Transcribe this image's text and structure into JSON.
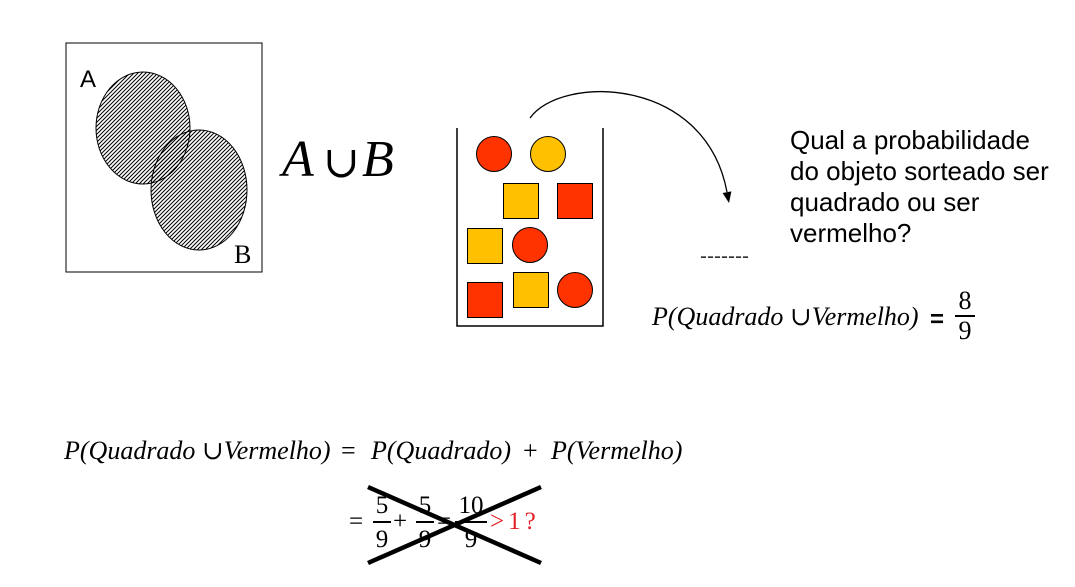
{
  "venn": {
    "label_a": "A",
    "label_b": "B"
  },
  "union": {
    "left": "A",
    "op": "∪",
    "right": "B"
  },
  "urn": {
    "objects": [
      {
        "shape": "circle",
        "fill": "#FF3300"
      },
      {
        "shape": "circle",
        "fill": "#FFC000"
      },
      {
        "shape": "square",
        "fill": "#FFC000"
      },
      {
        "shape": "square",
        "fill": "#FF3300"
      },
      {
        "shape": "square",
        "fill": "#FFC000"
      },
      {
        "shape": "circle",
        "fill": "#FF3300"
      },
      {
        "shape": "square",
        "fill": "#FF3300"
      },
      {
        "shape": "square",
        "fill": "#FFC000"
      },
      {
        "shape": "circle",
        "fill": "#FF3300"
      }
    ]
  },
  "question": {
    "lines": [
      "Qual a probabilidade",
      "do objeto sorteado ser",
      "quadrado ou ser",
      "vermelho?"
    ]
  },
  "dashes": "-------",
  "result": {
    "lhs": "P(Quadrado ∪Vermelho)",
    "eq": "=",
    "numerator": "8",
    "denominator": "9"
  },
  "sum_rule": {
    "lhs": "P(Quadrado ∪Vermelho)",
    "eq": "=",
    "term1": "P(Quadrado)",
    "plus": "+",
    "term2": "P(Vermelho)"
  },
  "calculation": {
    "eq1": "=",
    "frac1": {
      "numerator": "5",
      "denominator": "9"
    },
    "plus": "+",
    "frac2": {
      "numerator": "5",
      "denominator": "9"
    },
    "eq2": "=",
    "frac3": {
      "numerator": "10",
      "denominator": "9"
    },
    "conclusion": ">1?",
    "crossed_out": true
  },
  "colors": {
    "text": "#000000",
    "highlight": "#E31E24",
    "background": "#FFFFFF"
  }
}
